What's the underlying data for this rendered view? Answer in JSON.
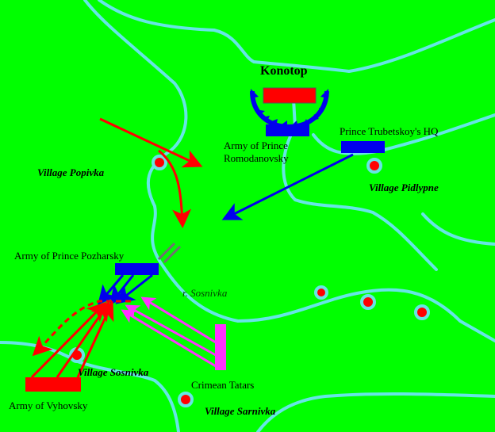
{
  "colors": {
    "land": "#00ff00",
    "river": "#66e6e6",
    "russian": "#0000ee",
    "cossack": "#ff0000",
    "tatar": "#ff33ff",
    "bridge": "#707070"
  },
  "labels": {
    "town": "Konotop",
    "romodanovsky": [
      "Army of Prince",
      "Romodanovsky"
    ],
    "trubetskoy": "Prince Trubetskoy's HQ",
    "pozharsky": "Army of Prince Pozharsky",
    "vyhovsky": "Army of Vyhovsky",
    "tatars": "Crimean Tatars",
    "river": "r. Sosnivka",
    "villages": {
      "popivka": "Village Popivka",
      "pidlypne": "Village Pidlypne",
      "sosnivka": "Village Sosnivka",
      "sarnivka": "Village Sarnivka"
    }
  }
}
